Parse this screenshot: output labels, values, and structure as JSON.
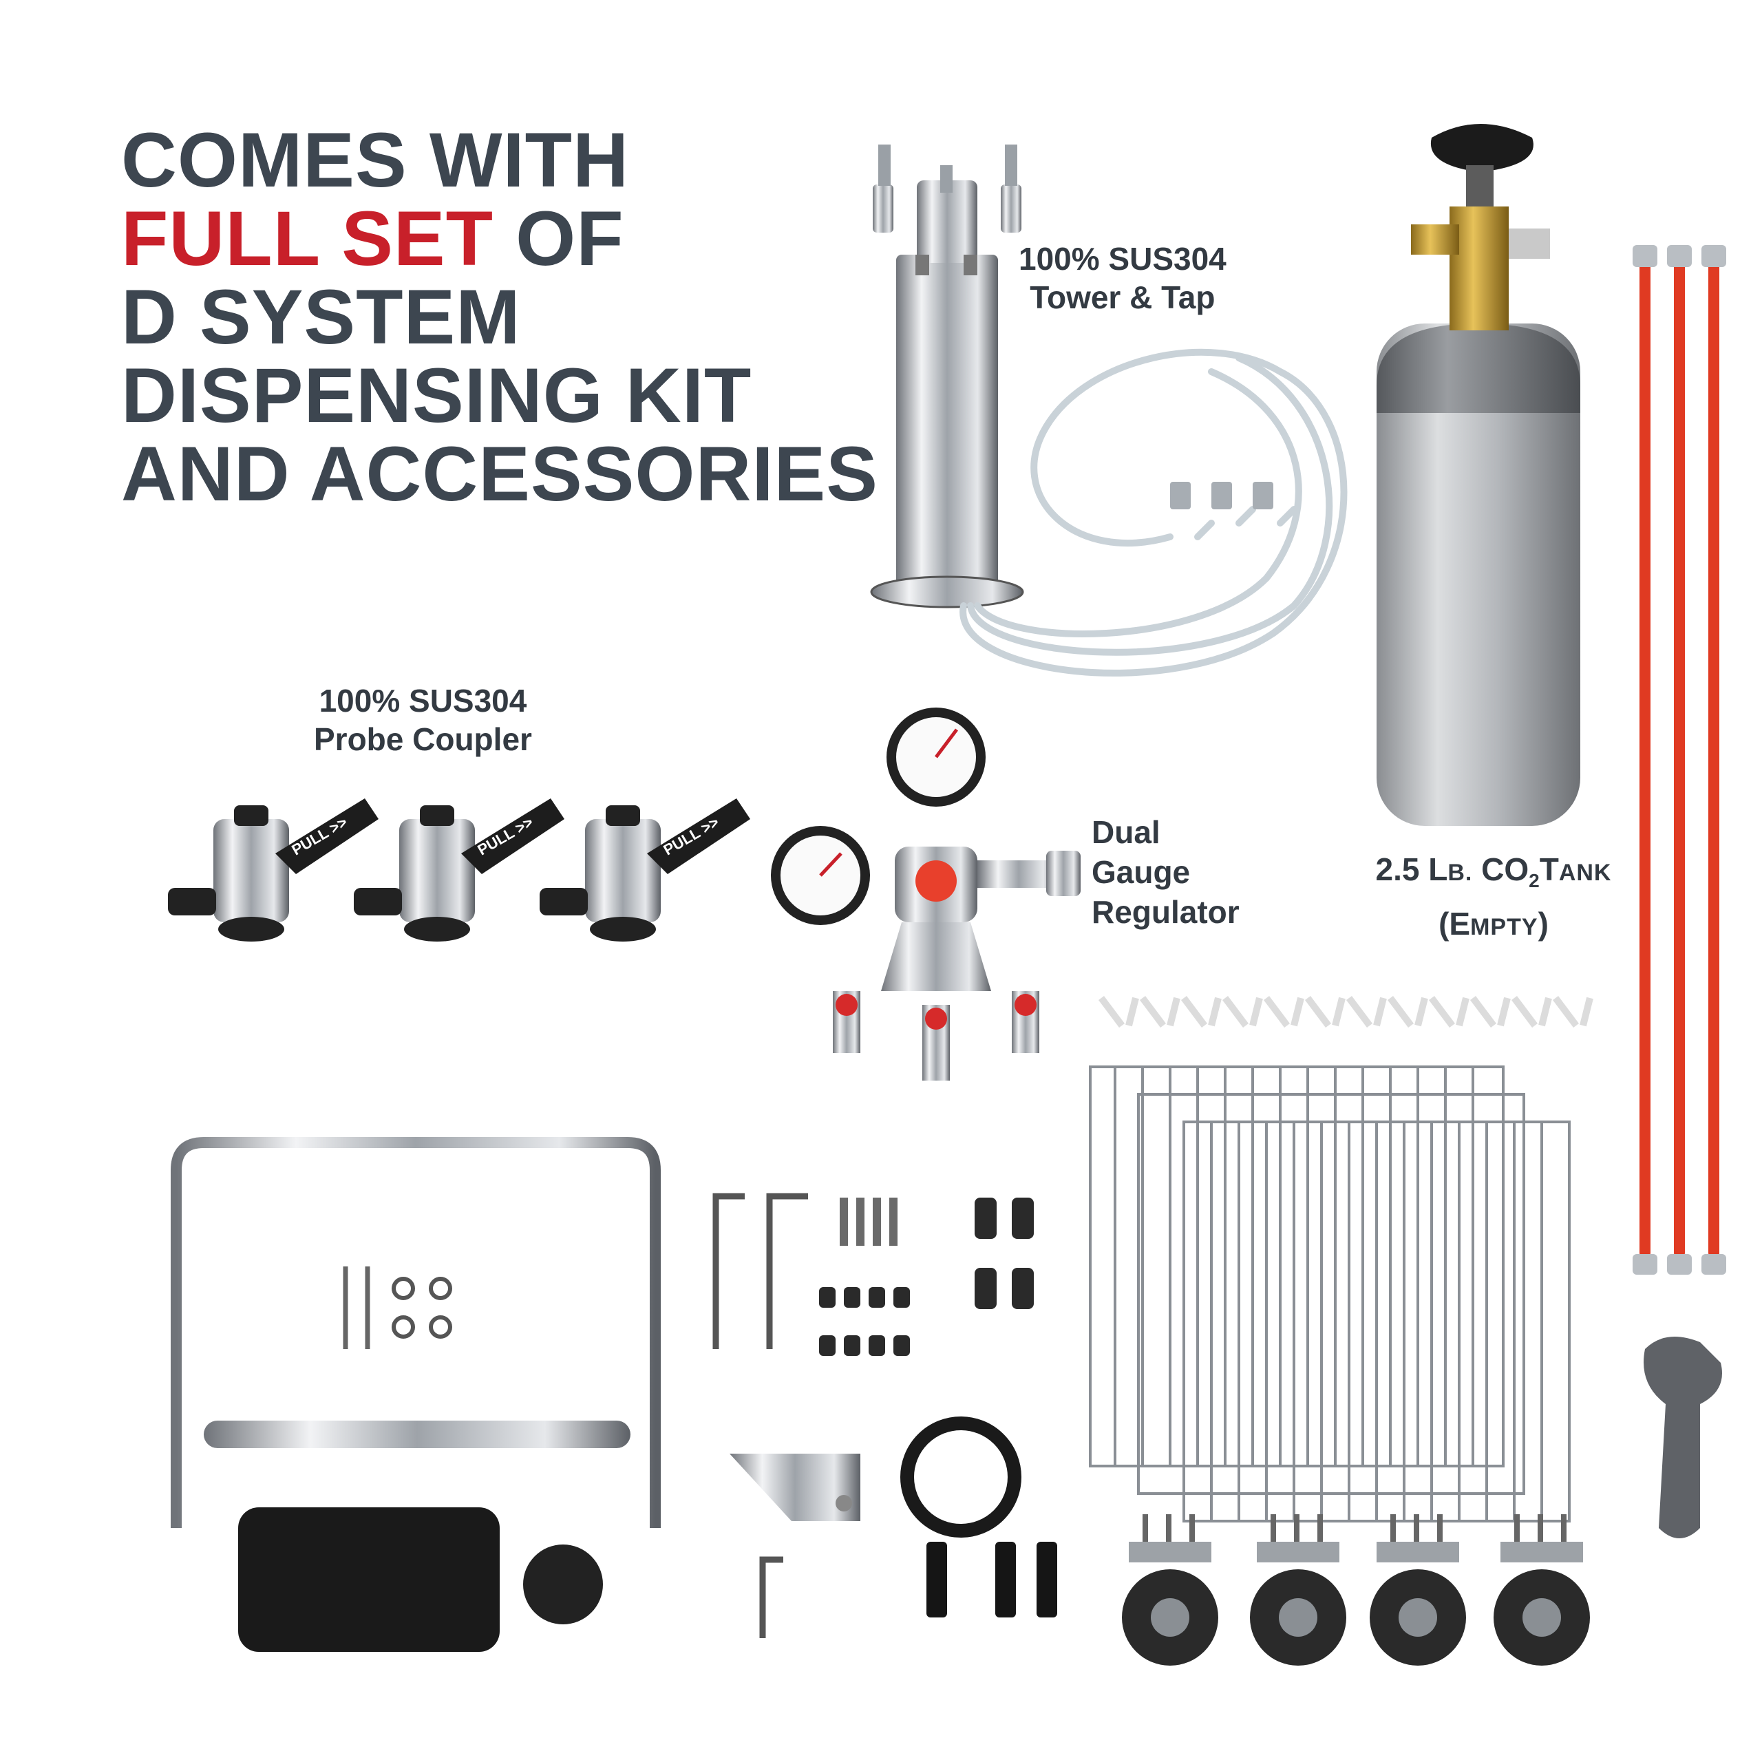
{
  "headline": {
    "line1": "COMES WITH",
    "accent": "FULL SET",
    "line2_rest": " OF",
    "line3": "D SYSTEM",
    "line4": "DISPENSING KIT",
    "line5": "AND ACCESSORIES"
  },
  "labels": {
    "tower": {
      "line1": "100% SUS304",
      "line2": "Tower & Tap"
    },
    "coupler": {
      "line1": "100% SUS304",
      "line2": "Probe Coupler"
    },
    "regulator": {
      "line1": "Dual",
      "line2": "Gauge",
      "line3": "Regulator"
    },
    "tank": {
      "size": "2.5 ",
      "unit_lead": "L",
      "unit_rest": "B.",
      "co": " CO",
      "sub": "2",
      "t_lead": "T",
      "t_rest": "ANK",
      "paren_open": "(",
      "e_lead": "E",
      "e_rest": "MPTY",
      "paren_close": ")"
    },
    "coupler_handle": "PULL >>"
  },
  "colors": {
    "headline": "#3d4650",
    "accent": "#c8202a",
    "label": "#333a42",
    "hose": "#e03a22"
  }
}
